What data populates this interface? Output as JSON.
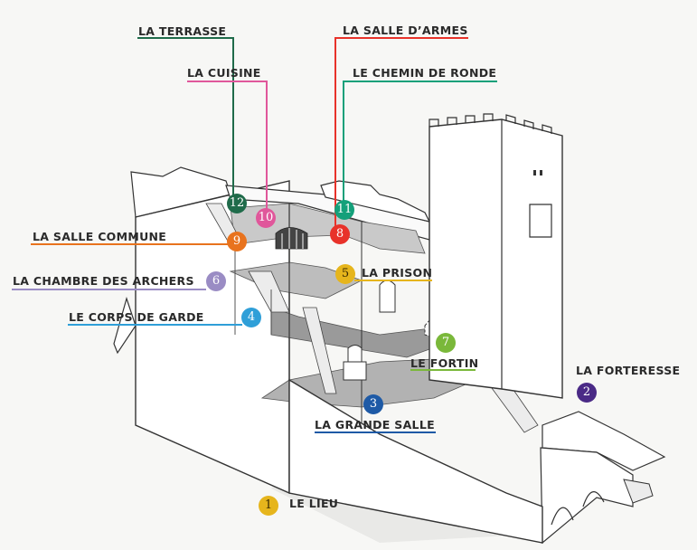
{
  "labels": {
    "terrasse": "LA TERRASSE",
    "cuisine": "LA CUISINE",
    "salle_armes": "LA SALLE D’ARMES",
    "chemin_ronde": "LE CHEMIN DE RONDE",
    "salle_commune": "LA SALLE COMMUNE",
    "prison": "LA PRISON",
    "chambre_archers": "LA CHAMBRE DES ARCHERS",
    "corps_garde": "LE CORPS DE GARDE",
    "fortin": "LE FORTIN",
    "forteresse": "LA FORTERESSE",
    "grande_salle": "LA GRANDE SALLE",
    "lieu": "LE LIEU"
  },
  "badges": {
    "b1": "1",
    "b2": "2",
    "b3": "3",
    "b4": "4",
    "b5": "5",
    "b6": "6",
    "b7": "7",
    "b8": "8",
    "b9": "9",
    "b10": "10",
    "b11": "11",
    "b12": "12"
  },
  "colors": {
    "terrasse": "#1f6b4a",
    "cuisine": "#e0579b",
    "salle_armes": "#e8322a",
    "chemin_ronde": "#14a07a",
    "salle_commune": "#e8731e",
    "prison": "#e6b51c",
    "chambre_archers": "#9a8cc4",
    "corps_garde": "#2f9fd8",
    "fortin": "#7ab83a",
    "forteresse": "#4a2a86",
    "grande_salle": "#1e5aa6",
    "lieu": "#e6b51c"
  }
}
